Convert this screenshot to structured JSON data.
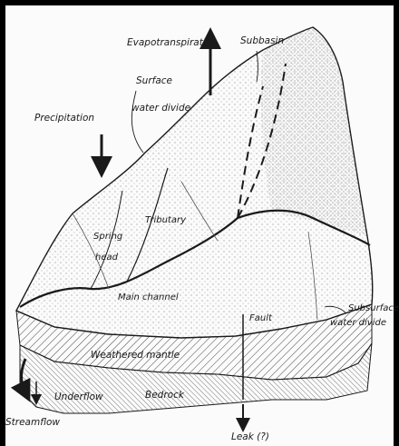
{
  "diagram": {
    "colors": {
      "background": "#000000",
      "paper": "#fbfbfb",
      "ink": "#1a1a1a",
      "stipple": "#8a8a8a"
    },
    "labels": {
      "evapotranspiration": "Evapotranspiration",
      "subbasin": "Subbasin",
      "surface_water_divide_1": "Surface",
      "surface_water_divide_2": "water divide",
      "precipitation": "Precipitation",
      "spring_head_1": "Spring",
      "spring_head_2": "head",
      "tributary": "Tributary",
      "main_channel": "Main channel",
      "fault": "Fault",
      "subsurface_water_divide_1": "Subsurface",
      "subsurface_water_divide_2": "water divide",
      "weathered_mantle": "Weathered mantle",
      "underflow": "Underflow",
      "bedrock": "Bedrock",
      "leak": "Leak (?)",
      "streamflow": "Streamflow"
    }
  }
}
